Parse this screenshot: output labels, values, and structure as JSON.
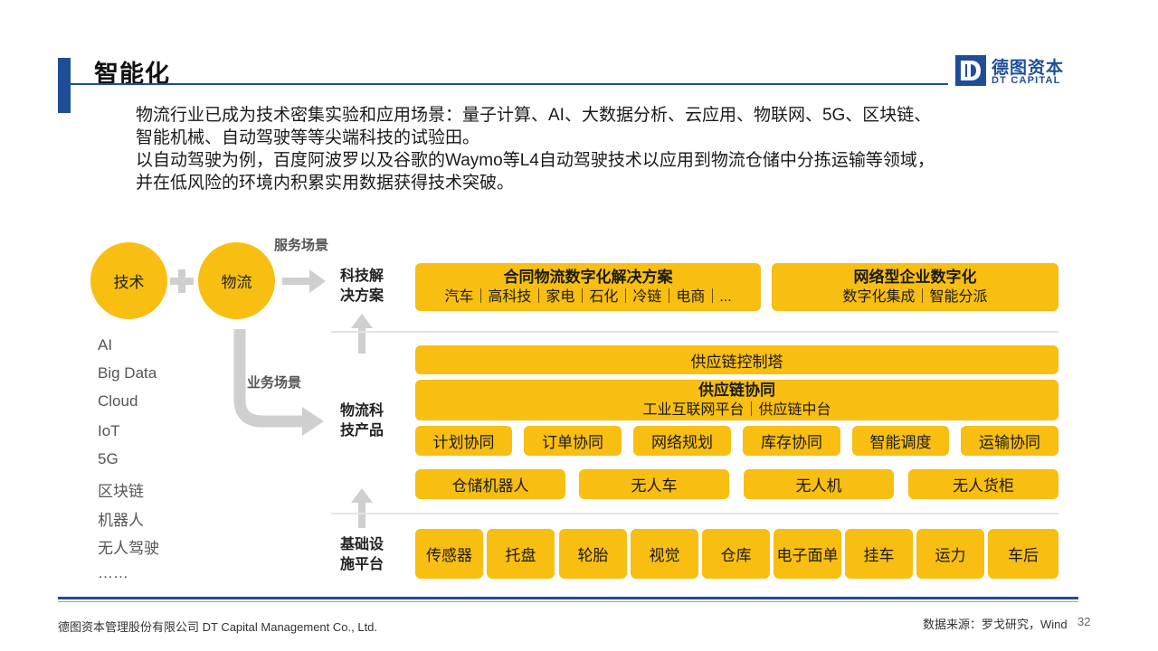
{
  "header": {
    "title": "智能化",
    "logo_cn": "德图资本",
    "logo_en": "DT CAPITAL",
    "accent_color": "#1f4e99"
  },
  "intro": {
    "lines": [
      "物流行业已成为技术密集实验和应用场景：量子计算、AI、大数据分析、云应用、物联网、5G、区块链、",
      "智能机械、自动驾驶等等尖端科技的试验田。",
      "以自动驾驶为例，百度阿波罗以及谷歌的Waymo等L4自动驾驶技术以应用到物流仓储中分拣运输等领域，",
      "并在低风险的环境内积累实用数据获得技术突破。"
    ]
  },
  "diagram": {
    "circle_tech": "技术",
    "circle_logistics": "物流",
    "label_service": "服务场景",
    "label_business": "业务场景",
    "tech_list": [
      "AI",
      "Big Data",
      "Cloud",
      "IoT",
      "5G",
      "区块链",
      "机器人",
      "无人驾驶",
      "……"
    ],
    "row_labels": {
      "solutions": [
        "科技解",
        "决方案"
      ],
      "products": [
        "物流科",
        "技产品"
      ],
      "infra": [
        "基础设",
        "施平台"
      ]
    },
    "solutions": [
      {
        "title": "合同物流数字化解决方案",
        "sub": "汽车｜高科技｜家电｜石化｜冷链｜电商｜..."
      },
      {
        "title": "网络型企业数字化",
        "sub": "数字化集成｜智能分派"
      }
    ],
    "control_tower": "供应链控制塔",
    "collab": {
      "title": "供应链协同",
      "sub": "工业互联网平台｜供应链中台"
    },
    "collab_items": [
      "计划协同",
      "订单协同",
      "网络规划",
      "库存协同",
      "智能调度",
      "运输协同"
    ],
    "hardware_items": [
      "仓储机器人",
      "无人车",
      "无人机",
      "无人货柜"
    ],
    "infra_items": [
      "传感器",
      "托盘",
      "轮胎",
      "视觉",
      "仓库",
      "电子面单",
      "挂车",
      "运力",
      "车后"
    ],
    "box_color": "#f8be11"
  },
  "footer": {
    "company": "德图资本管理股份有限公司  DT Capital  Management  Co., Ltd.",
    "source": "数据来源：罗戈研究，Wind",
    "page": "32"
  }
}
